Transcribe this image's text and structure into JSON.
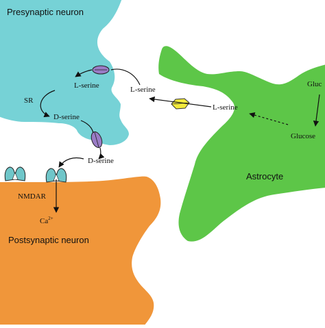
{
  "cells": {
    "presynaptic": {
      "label": "Presynaptic neuron",
      "color": "#76d2d6"
    },
    "postsynaptic": {
      "label": "Postsynaptic neuron",
      "color": "#f0963a"
    },
    "astrocyte": {
      "label": "Astrocyte",
      "color": "#5dc648"
    }
  },
  "molecules": {
    "lserine_presyn": "L-serine",
    "sr": "SR",
    "dserine_presyn": "D-serine",
    "dserine_cleft": "D-serine",
    "lserine_cleft": "L-serine",
    "lserine_astro": "L-serine",
    "glucose_top": "Gluc",
    "glucose": "Glucose",
    "nmdar": "NMDAR",
    "calcium_base": "Ca",
    "calcium_sup": "2+"
  },
  "colors": {
    "transporter_purple": "#9a7cc6",
    "transporter_yellow": "#f2ea3c",
    "receptor_teal": "#6fc6c9",
    "arrow": "#111111"
  }
}
